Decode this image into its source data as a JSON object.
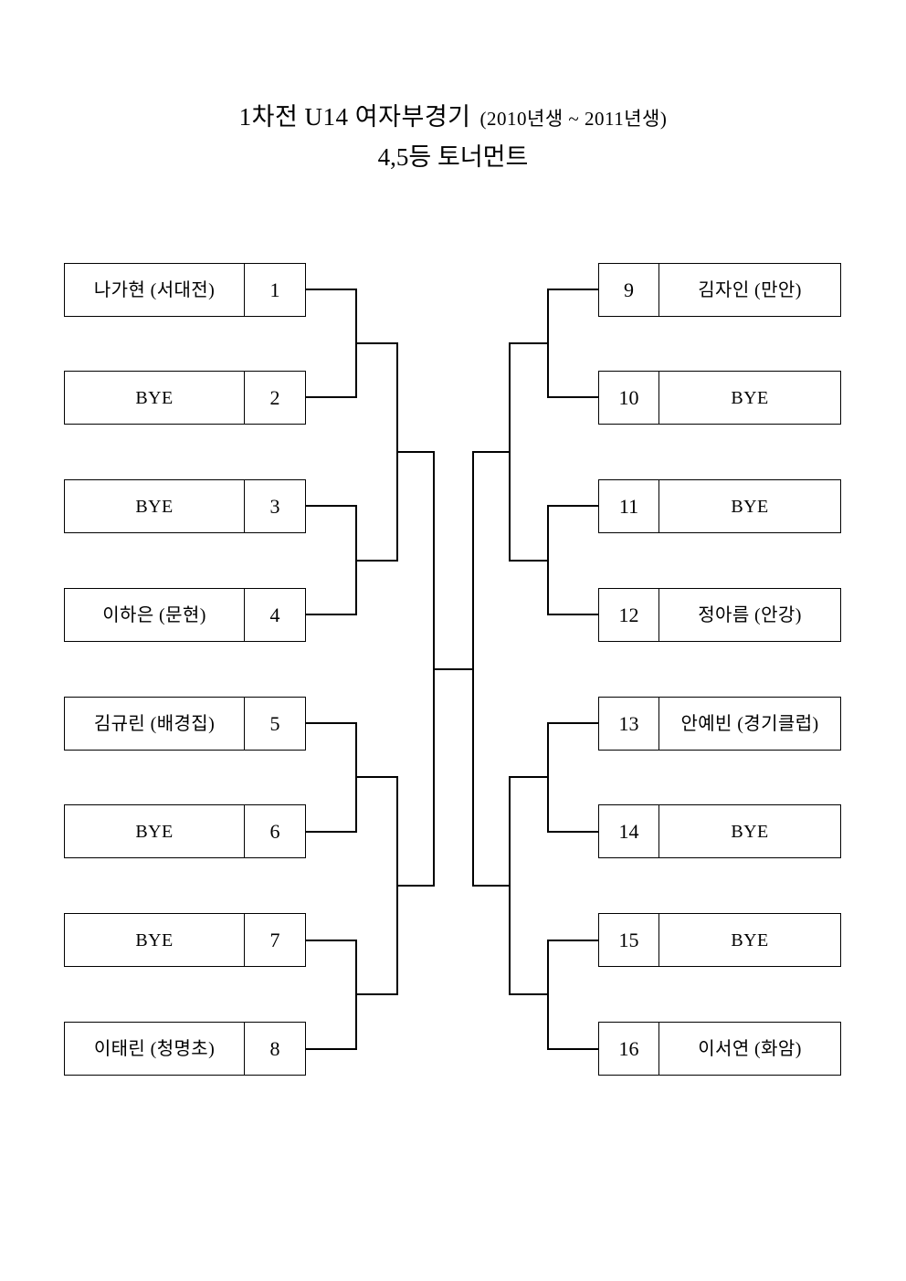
{
  "title": {
    "line1_main": "1차전  U14  여자부경기",
    "line1_years": "(2010년생 ~ 2011년생)",
    "line2": "4,5등  토너먼트"
  },
  "bracket": {
    "type": "single-elimination",
    "size": 16,
    "left_entries": [
      {
        "seed": "1",
        "name": "나가현 (서대전)"
      },
      {
        "seed": "2",
        "name": "BYE"
      },
      {
        "seed": "3",
        "name": "BYE"
      },
      {
        "seed": "4",
        "name": "이하은 (문현)"
      },
      {
        "seed": "5",
        "name": "김규린 (배경집)"
      },
      {
        "seed": "6",
        "name": "BYE"
      },
      {
        "seed": "7",
        "name": "BYE"
      },
      {
        "seed": "8",
        "name": "이태린 (청명초)"
      }
    ],
    "right_entries": [
      {
        "seed": "9",
        "name": "김자인 (만안)"
      },
      {
        "seed": "10",
        "name": "BYE"
      },
      {
        "seed": "11",
        "name": "BYE"
      },
      {
        "seed": "12",
        "name": "정아름 (안강)"
      },
      {
        "seed": "13",
        "name": "안예빈 (경기클럽)"
      },
      {
        "seed": "14",
        "name": "BYE"
      },
      {
        "seed": "15",
        "name": "BYE"
      },
      {
        "seed": "16",
        "name": "이서연 (화암)"
      }
    ]
  },
  "colors": {
    "line": "#000000",
    "background": "#ffffff",
    "text": "#000000"
  }
}
